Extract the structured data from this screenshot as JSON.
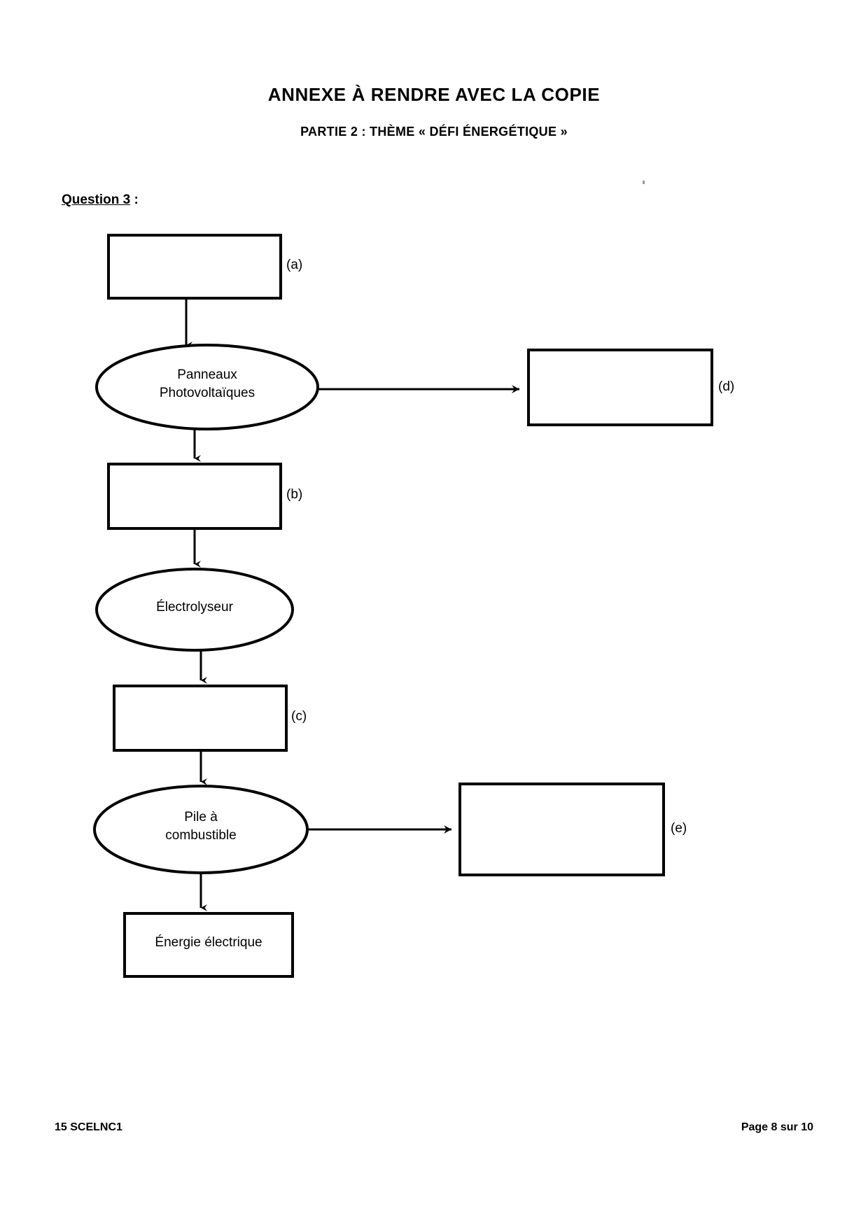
{
  "document": {
    "title": "ANNEXE À RENDRE AVEC LA COPIE",
    "subtitle": "PARTIE 2 : THÈME « DÉFI ÉNERGÉTIQUE »",
    "question_label": "Question 3",
    "question_colon": " :"
  },
  "diagram": {
    "type": "flowchart",
    "description": "Chaîne énergétique à compléter : boîtes vides étiquetées (a) à (e) reliées par des flèches aux ovales nommés.",
    "nodes": [
      {
        "id": "a",
        "shape": "rectangle",
        "text": "",
        "tag": "(a)"
      },
      {
        "id": "panneaux",
        "shape": "ellipse",
        "text": "Panneaux\nPhotovoltaïques",
        "tag": ""
      },
      {
        "id": "d",
        "shape": "rectangle",
        "text": "",
        "tag": "(d)"
      },
      {
        "id": "b",
        "shape": "rectangle",
        "text": "",
        "tag": "(b)"
      },
      {
        "id": "electrolyseur",
        "shape": "ellipse",
        "text": "Électrolyseur",
        "tag": ""
      },
      {
        "id": "c",
        "shape": "rectangle",
        "text": "",
        "tag": "(c)"
      },
      {
        "id": "pile",
        "shape": "ellipse",
        "text": "Pile à\ncombustible",
        "tag": ""
      },
      {
        "id": "e",
        "shape": "rectangle",
        "text": "",
        "tag": "(e)"
      },
      {
        "id": "energie",
        "shape": "rectangle",
        "text": "Énergie électrique",
        "tag": ""
      }
    ],
    "edges": [
      {
        "from": "a",
        "to": "panneaux",
        "direction": "down"
      },
      {
        "from": "panneaux",
        "to": "d",
        "direction": "right"
      },
      {
        "from": "panneaux",
        "to": "b",
        "direction": "down"
      },
      {
        "from": "b",
        "to": "electrolyseur",
        "direction": "down"
      },
      {
        "from": "electrolyseur",
        "to": "c",
        "direction": "down"
      },
      {
        "from": "c",
        "to": "pile",
        "direction": "down"
      },
      {
        "from": "pile",
        "to": "e",
        "direction": "right"
      },
      {
        "from": "pile",
        "to": "energie",
        "direction": "down"
      }
    ]
  },
  "footer": {
    "reference": "15 SCELNC1",
    "page": "Page 8 sur 10"
  }
}
